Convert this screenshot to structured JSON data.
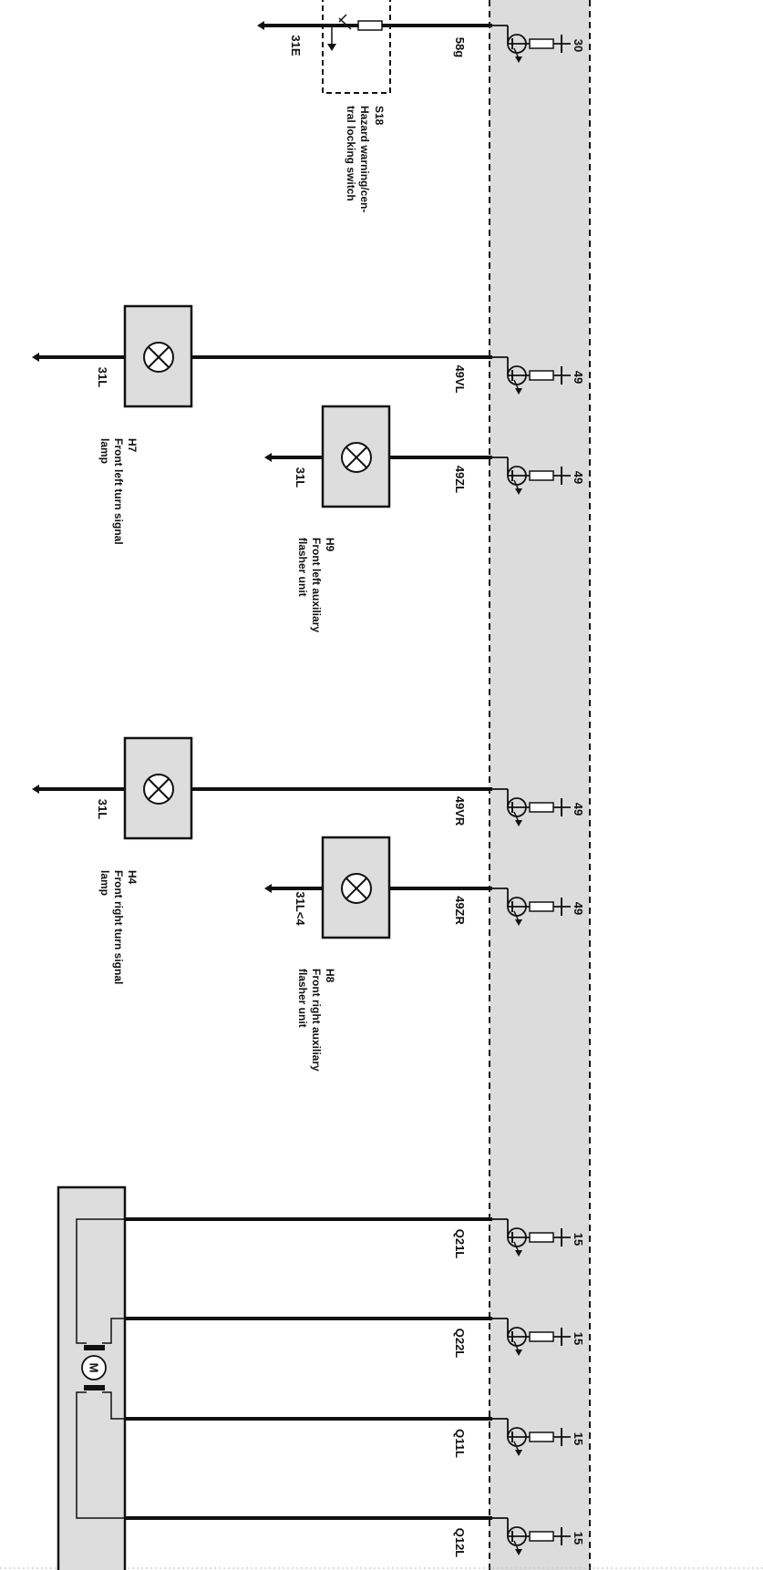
{
  "diagram": {
    "switch": {
      "ref": "S18",
      "caption": [
        "Hazard warning/cen-",
        "tral locking switch"
      ],
      "ground_label": "31E",
      "wire_label": "58g",
      "pin": "30"
    },
    "lamps": [
      {
        "ref": "H7",
        "caption": [
          "Front left turn signal",
          "lamp"
        ],
        "ground_label": "31L",
        "wire_label": "49VL",
        "pin": "49"
      },
      {
        "ref": "H9",
        "caption": [
          "Front left auxiliary",
          "flasher unit"
        ],
        "ground_label": "31L",
        "wire_label": "49ZL",
        "pin": "49"
      },
      {
        "ref": "H4",
        "caption": [
          "Front right turn signal",
          "lamp"
        ],
        "ground_label": "31L",
        "wire_label": "49VR",
        "pin": "49"
      },
      {
        "ref": "H8",
        "caption": [
          "Front right auxiliary",
          "flasher unit"
        ],
        "ground_label": "31L<4",
        "wire_label": "49ZR",
        "pin": "49"
      }
    ],
    "motor": {
      "symbol": "M",
      "outputs": [
        {
          "wire_label": "Q21L",
          "pin": "15"
        },
        {
          "wire_label": "Q22L",
          "pin": "15"
        },
        {
          "wire_label": "Q11L",
          "pin": "15"
        },
        {
          "wire_label": "Q12L",
          "pin": "15"
        }
      ]
    }
  }
}
